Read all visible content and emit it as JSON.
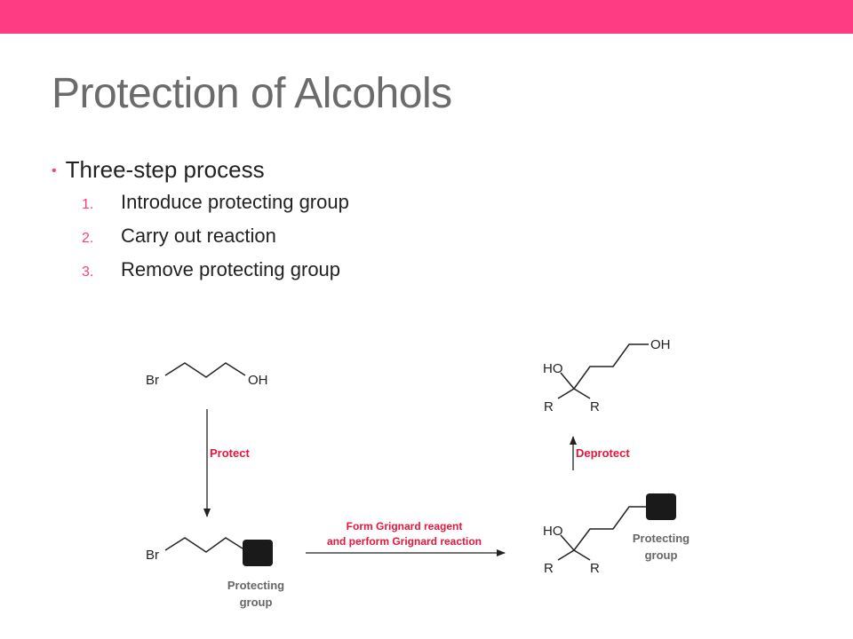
{
  "theme": {
    "accent": "#fe3c83",
    "reagent": "#e8163a",
    "title_color": "#6b6b6b",
    "text": "#222222"
  },
  "slide": {
    "title": "Protection of Alcohols",
    "bullet": "Three-step process",
    "steps": [
      {
        "num": "1.",
        "text": "Introduce protecting group"
      },
      {
        "num": "2.",
        "text": "Carry out reaction"
      },
      {
        "num": "3.",
        "text": "Remove protecting group"
      }
    ]
  },
  "scheme": {
    "start": {
      "br": "Br",
      "oh": "OH"
    },
    "protect_label": "Protect",
    "protected": {
      "br": "Br",
      "pg_line1": "Protecting",
      "pg_line2": "group"
    },
    "grignard_line1": "Form Grignard reagent",
    "grignard_line2": "and perform Grignard reaction",
    "adduct": {
      "ho": "HO",
      "r_left": "R",
      "r_right": "R",
      "pg_line1": "Protecting",
      "pg_line2": "group"
    },
    "deprotect_label": "Deprotect",
    "product": {
      "ho": "HO",
      "oh": "OH",
      "r_left": "R",
      "r_right": "R"
    }
  }
}
